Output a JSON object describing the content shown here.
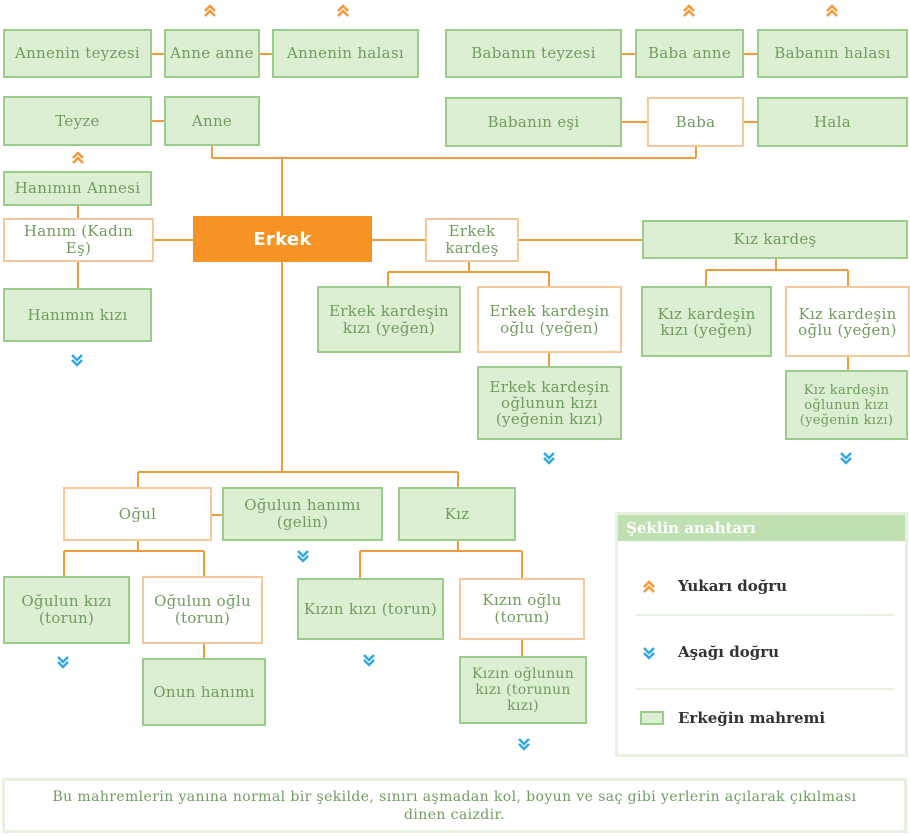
{
  "diagram": {
    "ego": "Erkek",
    "nodes": {
      "annenin_teyzesi": "Annenin teyzesi",
      "anne_anne": "Anne anne",
      "annenin_halasi": "Annenin halası",
      "babanin_teyzesi": "Babanın teyzesi",
      "baba_anne": "Baba anne",
      "babanin_halasi": "Babanın halası",
      "teyze": "Teyze",
      "anne": "Anne",
      "babanin_esi": "Babanın eşi",
      "baba": "Baba",
      "hala": "Hala",
      "hanimin_annesi": "Hanımın Annesi",
      "hanim": "Hanım (Kadın Eş)",
      "hanimin_kizi": "Hanımın kızı",
      "erkek_kardes": "Erkek kardeş",
      "kiz_kardes": "Kız kardeş",
      "erkek_kardesin_kizi": "Erkek kardeşin kızı (yeğen)",
      "erkek_kardesin_oglu": "Erkek kardeşin oğlu (yeğen)",
      "erkek_kardesin_oglunun_kizi": "Erkek kardeşin oğlunun kızı (yeğenin kızı)",
      "kiz_kardesin_kizi": "Kız kardeşin kızı (yeğen)",
      "kiz_kardesin_oglu": "Kız kardeşin oğlu (yeğen)",
      "kiz_kardesin_oglunun_kizi": "Kız kardeşin oğlunun kızı (yeğenin kızı)",
      "ogul": "Oğul",
      "ogulun_hanimi": "Oğulun hanımı (gelin)",
      "kiz": "Kız",
      "ogulun_kizi": "Oğulun kızı (torun)",
      "ogulun_oglu": "Oğulun oğlu (torun)",
      "onun_hanimi": "Onun hanımı",
      "kizin_kizi": "Kızın kızı (torun)",
      "kizin_oglu": "Kızın oğlu (torun)",
      "kizin_oglunun_kizi": "Kızın oğlunun kızı (torunun kızı)"
    }
  },
  "legend": {
    "title": "Şeklin anahtarı",
    "up": "Yukarı doğru",
    "down": "Aşağı doğru",
    "mahrem": "Erkeğin mahremi"
  },
  "note": "Bu mahremlerin yanına normal bir şekilde, sınırı aşmadan kol, boyun ve saç gibi yerlerin açılarak çıkılması dinen caizdir.",
  "colors": {
    "line": "#f39a3a",
    "mahrem_fill": "#ddefd2",
    "mahrem_border": "#9ccc8b",
    "text_green": "#6f9d5e",
    "ego_fill": "#f59324",
    "up_arrow": "#f39a3a",
    "down_arrow": "#34a9e1"
  }
}
